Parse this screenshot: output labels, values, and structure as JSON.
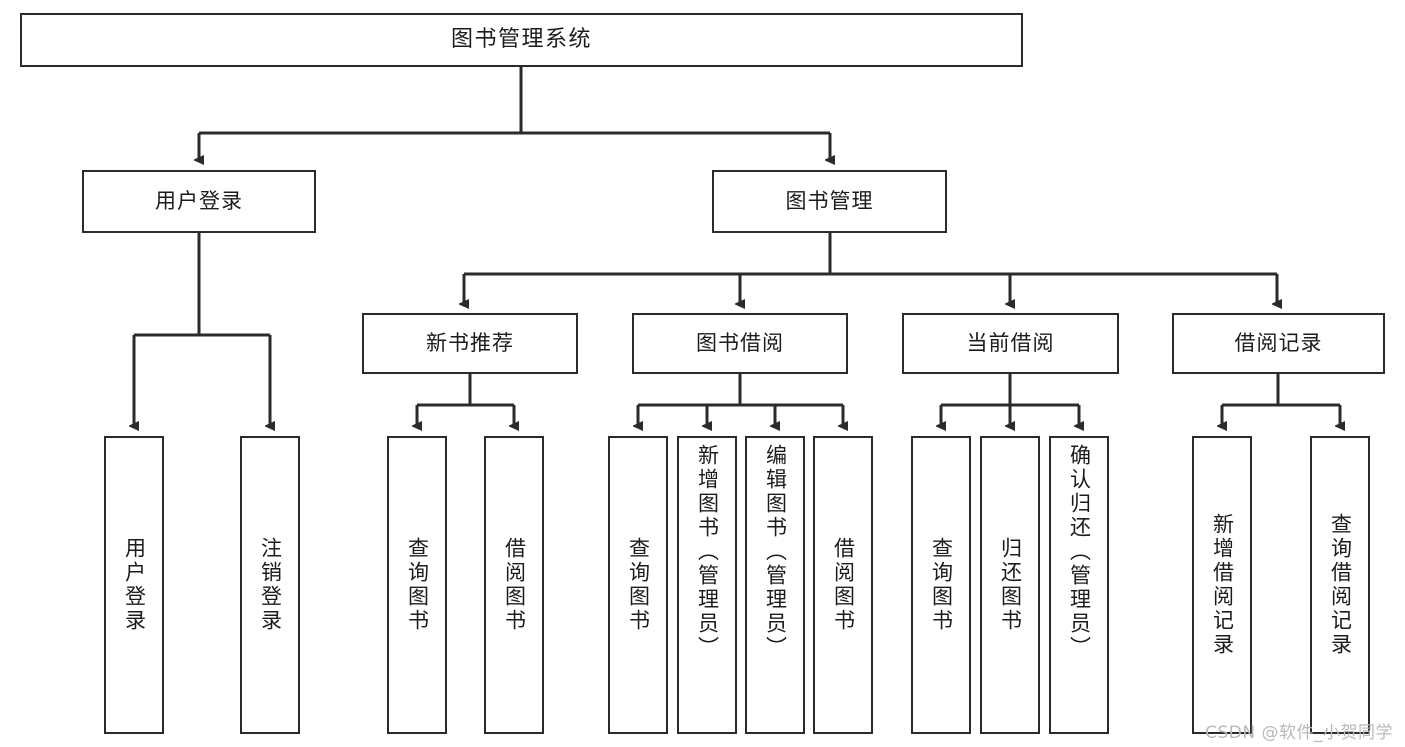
{
  "diagram": {
    "title": "图书管理系统",
    "watermark": "CSDN @软件_小贺同学",
    "type": "tree",
    "root": {
      "label": "图书管理系统"
    },
    "level2": [
      {
        "label": "用户登录"
      },
      {
        "label": "图书管理"
      }
    ],
    "level3": [
      {
        "label": "新书推荐"
      },
      {
        "label": "图书借阅"
      },
      {
        "label": "当前借阅"
      },
      {
        "label": "借阅记录"
      }
    ],
    "leaves": {
      "user_login": [
        {
          "label": "用户登录"
        },
        {
          "label": "注销登录"
        }
      ],
      "new_book_recommend": [
        {
          "label": "查询图书"
        },
        {
          "label": "借阅图书"
        }
      ],
      "book_borrow": [
        {
          "label": "查询图书"
        },
        {
          "label": "新增图书（管理员）"
        },
        {
          "label": "编辑图书（管理员）"
        },
        {
          "label": "借阅图书"
        }
      ],
      "current_borrow": [
        {
          "label": "查询图书"
        },
        {
          "label": "归还图书"
        },
        {
          "label": "确认归还（管理员）"
        }
      ],
      "borrow_record": [
        {
          "label": "新增借阅记录"
        },
        {
          "label": "查询借阅记录"
        }
      ]
    },
    "colors": {
      "stroke": "#2b2b2b",
      "fill": "#ffffff",
      "text": "#1c1c1c",
      "watermark": "#b9b9b9"
    }
  }
}
